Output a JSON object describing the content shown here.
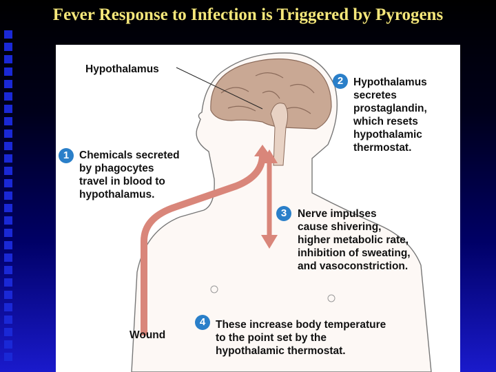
{
  "slide": {
    "title": "Fever Response to Infection is Triggered by Pyrogens"
  },
  "diagram": {
    "hypothalamus_label": "Hypothalamus",
    "wound_label": "Wound",
    "steps": [
      {
        "number": "1",
        "text": "Chemicals secreted\nby phagocytes\ntravel in blood to\nhypothalamus."
      },
      {
        "number": "2",
        "text": "Hypothalamus\nsecretes\nprostaglandin,\nwhich resets\nhypothalamic\nthermostat."
      },
      {
        "number": "3",
        "text": "Nerve impulses\ncause shivering,\nhigher metabolic rate,\ninhibition of sweating,\nand vasoconstriction."
      },
      {
        "number": "4",
        "text": "These increase body temperature\nto the point set by the\nhypothalamic thermostat."
      }
    ]
  },
  "colors": {
    "title": "#f5e77a",
    "badge": "#2a7fc9",
    "arrow": "#d9867a",
    "skin": "#fdf8f5",
    "brain": "#c9a894"
  }
}
